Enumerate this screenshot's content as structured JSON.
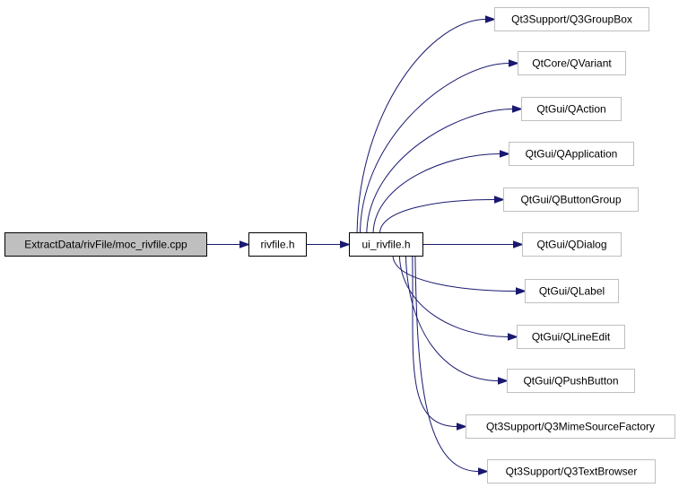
{
  "nodes": {
    "root": "ExtractData/rivFile/moc_rivfile.cpp",
    "rivfile": "rivfile.h",
    "ui_rivfile": "ui_rivfile.h",
    "q3groupbox": "Qt3Support/Q3GroupBox",
    "qvariant": "QtCore/QVariant",
    "qaction": "QtGui/QAction",
    "qapplication": "QtGui/QApplication",
    "qbuttongroup": "QtGui/QButtonGroup",
    "qdialog": "QtGui/QDialog",
    "qlabel": "QtGui/QLabel",
    "qlineedit": "QtGui/QLineEdit",
    "qpushbutton": "QtGui/QPushButton",
    "q3mimesourcefactory": "Qt3Support/Q3MimeSourceFactory",
    "q3textbrowser": "Qt3Support/Q3TextBrowser"
  },
  "edges": [
    [
      "root",
      "rivfile"
    ],
    [
      "rivfile",
      "ui_rivfile"
    ],
    [
      "ui_rivfile",
      "q3groupbox"
    ],
    [
      "ui_rivfile",
      "qvariant"
    ],
    [
      "ui_rivfile",
      "qaction"
    ],
    [
      "ui_rivfile",
      "qapplication"
    ],
    [
      "ui_rivfile",
      "qbuttongroup"
    ],
    [
      "ui_rivfile",
      "qdialog"
    ],
    [
      "ui_rivfile",
      "qlabel"
    ],
    [
      "ui_rivfile",
      "qlineedit"
    ],
    [
      "ui_rivfile",
      "qpushbutton"
    ],
    [
      "ui_rivfile",
      "q3mimesourcefactory"
    ],
    [
      "ui_rivfile",
      "q3textbrowser"
    ]
  ],
  "colors": {
    "edge": "#191970",
    "root_fill": "#bfbfbf",
    "node_border": "#000000",
    "external_border": "#bfbfbf"
  }
}
